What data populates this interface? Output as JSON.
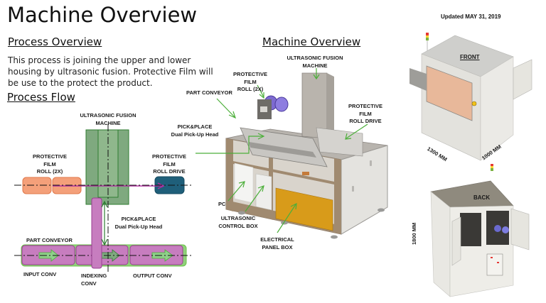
{
  "header": {
    "title": "Machine Overview",
    "updated": "Updated MAY 31, 2019"
  },
  "process_overview": {
    "heading": "Process Overview",
    "text": "This process is joining the upper and lower housing by ultrasonic fusion. Protective Film will be use to the protect the product."
  },
  "process_flow": {
    "heading": "Process Flow",
    "labels": {
      "ultrasonic_line1": "ULTRASONIC FUSION",
      "ultrasonic_line2": "MACHINE",
      "film_roll_line1": "PROTECTIVE",
      "film_roll_line2": "FILM",
      "film_roll_line3": "ROLL (2X)",
      "roll_drive_line1": "PROTECTIVE",
      "roll_drive_line2": "FILM",
      "roll_drive_line3": "ROLL DRIVE",
      "pick_line1": "PICK&PLACE",
      "pick_line2": "Dual Pick-Up Head",
      "part_conveyor": "PART CONVEYOR",
      "input_conv": "INPUT CONV",
      "indexing_line1": "INDEXING",
      "indexing_line2": "CONV",
      "output_conv": "OUTPUT CONV"
    },
    "colors": {
      "film_roll": "#f4a07a",
      "roll_drive": "#1f5f7a",
      "ultrasonic": "#7fa97f",
      "conveyor": "#c77dbf",
      "conveyor_border": "#6cc24a",
      "arrow": "#8fd08a",
      "film_path": "#b030a0"
    }
  },
  "machine_overview": {
    "heading": "Machine Overview",
    "callouts": {
      "ultrasonic_line1": "ULTRASONIC FUSION",
      "ultrasonic_line2": "MACHINE",
      "film_line1": "PROTECTIVE",
      "film_line2": "FILM",
      "film_line3": "ROLL (2X)",
      "part_conveyor": "PART CONVEYOR",
      "pick_line1": "PICK&PLACE",
      "pick_line2": "Dual Pick-Up Head",
      "drive_line1": "PROTECTIVE",
      "drive_line2": "FILM",
      "drive_line3": "ROLL DRIVE",
      "pc": "PC",
      "usc_line1": "ULTRASONIC",
      "usc_line2": "CONTROL BOX",
      "elec_line1": "ELECTRICAL",
      "elec_line2": "PANEL BOX"
    },
    "callout_color": "#4caf3a"
  },
  "enclosure_views": {
    "front_label": "FRONT",
    "back_label": "BACK",
    "width_dim": "1300 MM",
    "depth_dim": "1000 MM",
    "height_dim": "1800 MM"
  }
}
